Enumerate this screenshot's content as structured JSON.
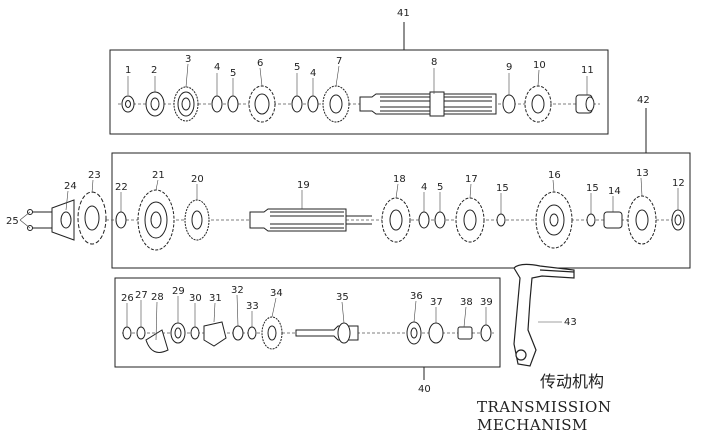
{
  "diagram": {
    "title_cn": "传动机构",
    "title_en": "TRANSMISSION MECHANISM",
    "assembly_labels": {
      "top": "41",
      "middle": "42",
      "bottom": "40",
      "kickstarter": "43"
    },
    "top_row_labels": [
      "1",
      "2",
      "3",
      "4",
      "5",
      "6",
      "5",
      "4",
      "7",
      "8",
      "9",
      "10",
      "11"
    ],
    "middle_row_labels": [
      "25",
      "24",
      "23",
      "22",
      "21",
      "20",
      "19",
      "18",
      "4",
      "5",
      "17",
      "15",
      "16",
      "15",
      "14",
      "13",
      "12"
    ],
    "bottom_row_labels": [
      "26",
      "27",
      "28",
      "29",
      "30",
      "31",
      "32",
      "33",
      "34",
      "35",
      "36",
      "37",
      "38",
      "39"
    ]
  }
}
